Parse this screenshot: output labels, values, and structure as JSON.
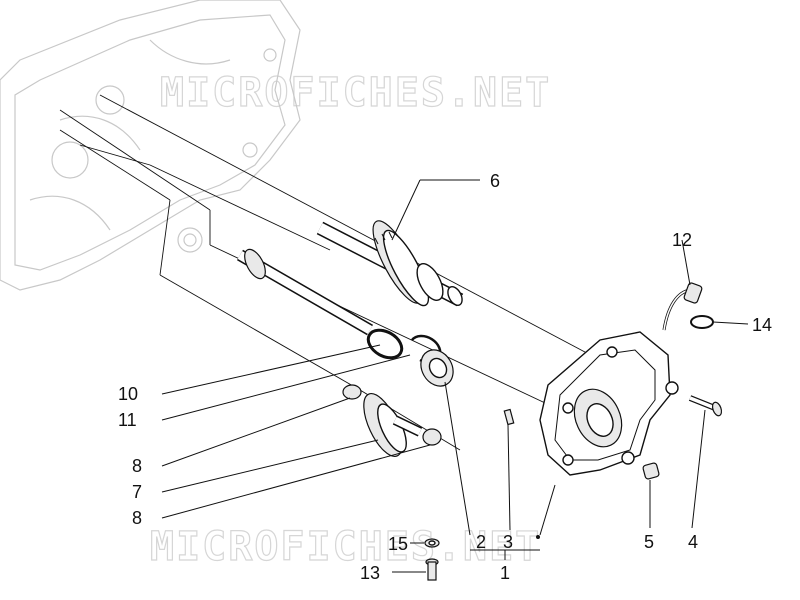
{
  "watermark": "MICROFICHES.NET",
  "callouts": {
    "c1": "1",
    "c2": "2",
    "c3": "3",
    "c4": "4",
    "c5": "5",
    "c6": "6",
    "c7": "7",
    "c8a": "8",
    "c8b": "8",
    "c10": "10",
    "c11": "11",
    "c12": "12",
    "c13": "13",
    "c14": "14",
    "c15": "15"
  }
}
